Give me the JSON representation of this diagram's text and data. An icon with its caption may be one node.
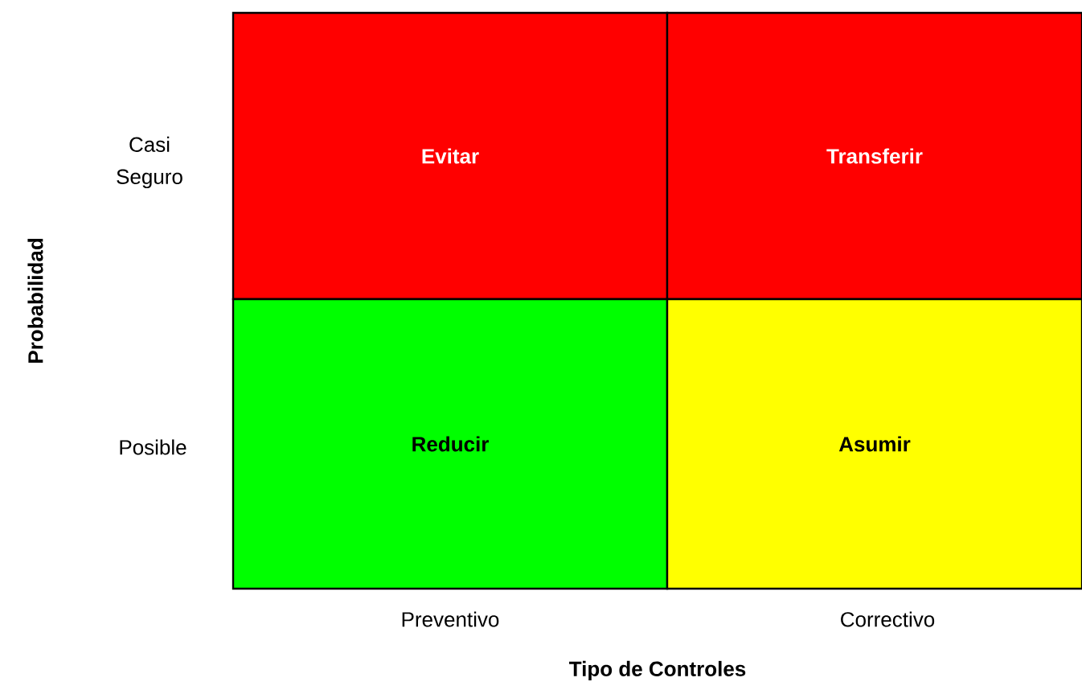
{
  "diagram": {
    "nodes": [
      {
        "text": [
          "Evitar"
        ]
      },
      {
        "text": [
          "Transferir"
        ]
      },
      {
        "text": [
          "Reducir"
        ]
      },
      {
        "text": [
          "Asumir"
        ]
      }
    ],
    "labels": [
      "Casi Seguro",
      "Probabilidad",
      "Posible",
      "Preventivo",
      "Correctivo",
      "Tipo de Controles"
    ]
  }
}
